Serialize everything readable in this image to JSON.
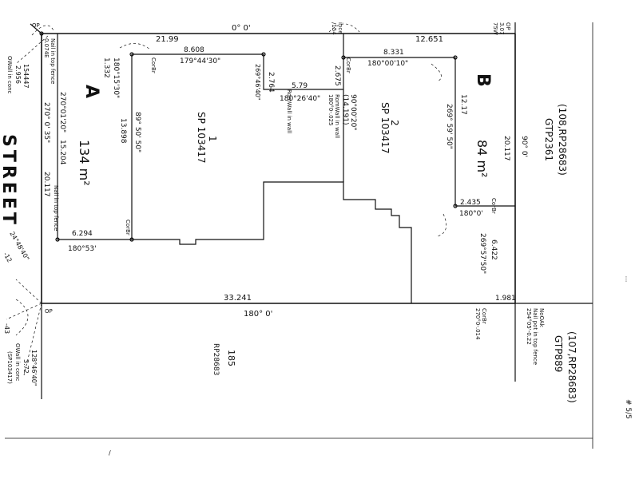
{
  "lots": {
    "a": {
      "letter": "A",
      "area": "134 m²"
    },
    "b": {
      "letter": "B",
      "area": "84 m²"
    },
    "lot1": {
      "number": "1",
      "plan": "SP 103417"
    },
    "lot2": {
      "number": "2",
      "plan": "SP 103417"
    },
    "lot185": {
      "number": "185",
      "plan": "RP28683"
    }
  },
  "street": {
    "name": "STREET"
  },
  "references": {
    "top_right": "(108,RP28683)",
    "top_right_gtp": "GTP2361",
    "bottom_right": "(107,RP28683)",
    "bottom_right_gtp": "GTP889"
  },
  "dimensions": {
    "top_total": "21.99",
    "top_bearing": "0° 0'",
    "top_right_total": "12.651",
    "bottom_total": "33.241",
    "bottom_bearing": "180° 0'",
    "left_total": "20.117",
    "left_bearing": "270° 0' 35\"",
    "right_total": "20.117",
    "right_bearing": "90° 0'",
    "a_top": "8.608",
    "a_top_bearing": "179°44'30\"",
    "a_left_bearing": "270°01'20\"",
    "a_left": "15.204",
    "a_inner_left_bearing": "89° 50' 50\"",
    "a_inner_left": "13.898",
    "a_bottom": "6.294",
    "a_bottom_bearing": "180°53'",
    "a_offset_bearing": "180°15'30\"",
    "a_offset": "1.332",
    "a_right": "2.764",
    "a_right_bearing": "269°46'40\"",
    "mid_run": "5.79",
    "mid_run_bearing": "180°26'40\"",
    "mid_right": "2.675",
    "b_top": "8.331",
    "b_top_bearing": "180°00'10\"",
    "b_left_bearing": "90°00'20\"",
    "b_left": "(14.191)",
    "b_right": "12.17",
    "b_right_bearing": "269° 59' 50\"",
    "b_small": "2.435",
    "b_small_bearing": "180°0'",
    "right_lower": "6.422",
    "right_lower_bearing": "269°57'50\"",
    "corner_small": "1.981"
  },
  "annotations": {
    "nail_top_fence_left": "Nail in top fence",
    "nail_top_fence_left_val": "0.074E",
    "nail_top_fence_a": "Nail in top fence",
    "rp_left": "154447",
    "rp_left_val": "2.956",
    "ow_conc": "OWall in conc",
    "brace_left_1": "24°48'40\"",
    "brace_left_2": "-12",
    "brace_left_3": "-43",
    "bottom_left_a": "128°46'40\"",
    "bottom_left_b": "3.72",
    "bottom_left_c": "OWall in conc",
    "bottom_left_d": "(SP103417)",
    "ince": "ince",
    "ince_val": "/154",
    "top_right_mark_1": "OP",
    "top_right_mark_2": "3.07",
    "top_right_mark_3": "75W",
    "cor_br": "CorBr",
    "cor_br_val_1": "270°0-.014",
    "rm_wall_1": "RomWall in wall",
    "rm_wall_val_1": "180°0-.025",
    "rm_wall_2": "RomWall in wall",
    "nail_right": "Nail pot in top fence",
    "nail_right_val": "254°05'-0.22",
    "no_ok": "NoOAk",
    "op": "OP",
    "page_mark": "# 5/5"
  }
}
